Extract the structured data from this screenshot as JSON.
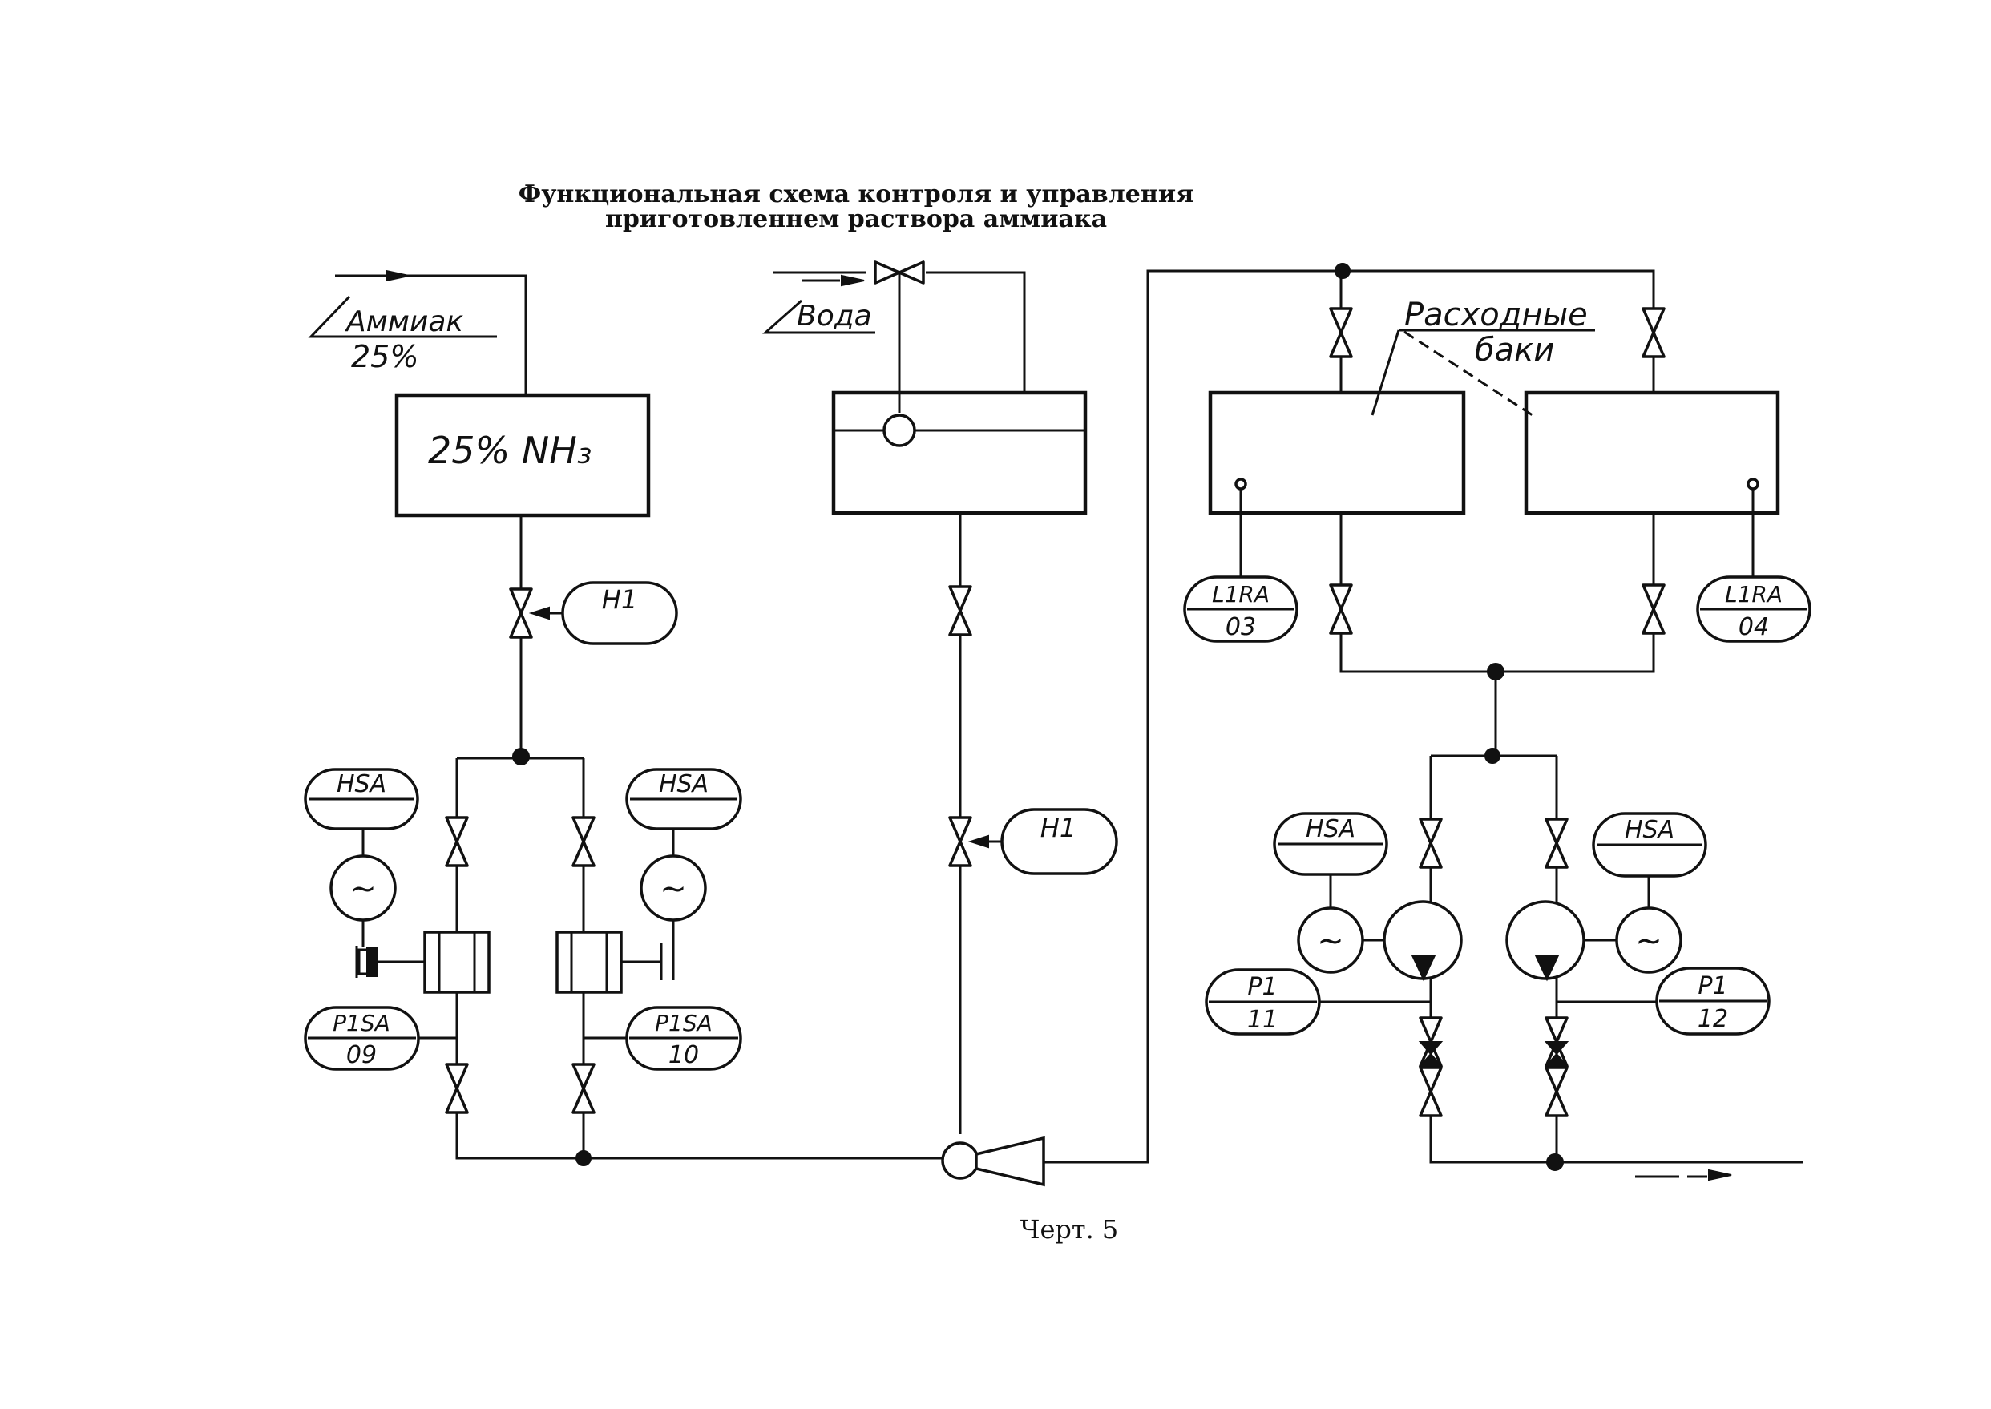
{
  "title": {
    "line1": "Функциональная схема контроля и управления",
    "line2": "приготовленнем раствора аммиака"
  },
  "caption": "Черт. 5",
  "inputs": {
    "ammonia": "Аммиак",
    "ammonia_pct": "25%",
    "water": "Вода"
  },
  "tanks": {
    "ammonia_tank": "25% NH₃",
    "supply_tanks_label_1": "Расходные",
    "supply_tanks_label_2": "баки"
  },
  "instruments": {
    "h1_left": {
      "top": "H1"
    },
    "h1_center": {
      "top": "H1"
    },
    "hsa_1": {
      "top": "HSA"
    },
    "hsa_2": {
      "top": "HSA"
    },
    "hsa_3": {
      "top": "HSA"
    },
    "hsa_4": {
      "top": "HSA"
    },
    "pisa_09": {
      "top": "P1SA",
      "bottom": "09"
    },
    "pisa_10": {
      "top": "P1SA",
      "bottom": "10"
    },
    "lira_03": {
      "top": "L1RA",
      "bottom": "03"
    },
    "lira_04": {
      "top": "L1RA",
      "bottom": "04"
    },
    "pi_11": {
      "top": "P1",
      "bottom": "11"
    },
    "pi_12": {
      "top": "P1",
      "bottom": "12"
    }
  },
  "motor_symbol": "~"
}
